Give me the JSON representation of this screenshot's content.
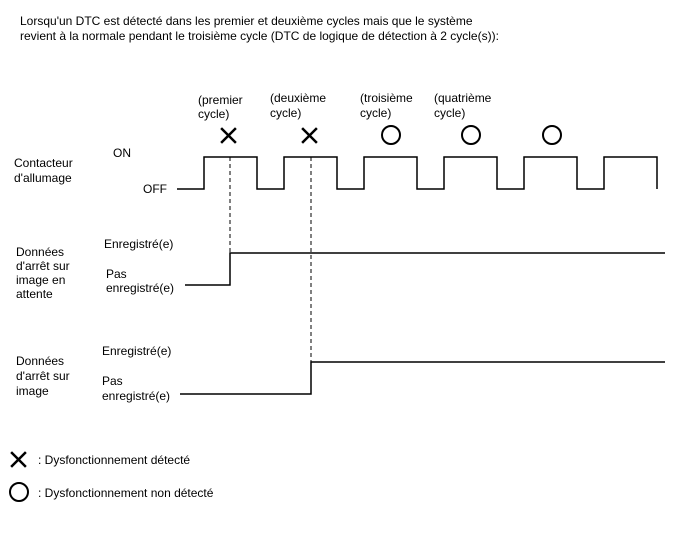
{
  "header": {
    "line1": "Lorsqu'un DTC est détecté dans les premier et deuxième cycles mais que le système",
    "line2": "revient à la normale pendant le troisième cycle (DTC de logique de détection à 2 cycle(s)):"
  },
  "cycles": [
    {
      "line1": "(premier",
      "line2": "cycle)",
      "result": "cross"
    },
    {
      "line1": "(deuxième",
      "line2": "cycle)",
      "result": "cross"
    },
    {
      "line1": "(troisième",
      "line2": "cycle)",
      "result": "circle"
    },
    {
      "line1": "(quatrième",
      "line2": "cycle)",
      "result": "circle"
    },
    {
      "line1": "",
      "line2": "",
      "result": "circle"
    }
  ],
  "ignition": {
    "label_line1": "Contacteur",
    "label_line2": "d'allumage",
    "on_label": "ON",
    "off_label": "OFF"
  },
  "pending_freeze": {
    "label_lines": [
      "Données",
      "d'arrêt sur",
      "image en",
      "attente"
    ],
    "stored_label": "Enregistré(e)",
    "not_stored_line1": "Pas",
    "not_stored_line2": "enregistré(e)"
  },
  "freeze": {
    "label_lines": [
      "Données",
      "d'arrêt sur",
      "image"
    ],
    "stored_label": "Enregistré(e)",
    "not_stored_line1": "Pas",
    "not_stored_line2": "enregistré(e)"
  },
  "legend": {
    "cross_text": ": Dysfonctionnement détecté",
    "circle_text": ": Dysfonctionnement non détecté"
  }
}
